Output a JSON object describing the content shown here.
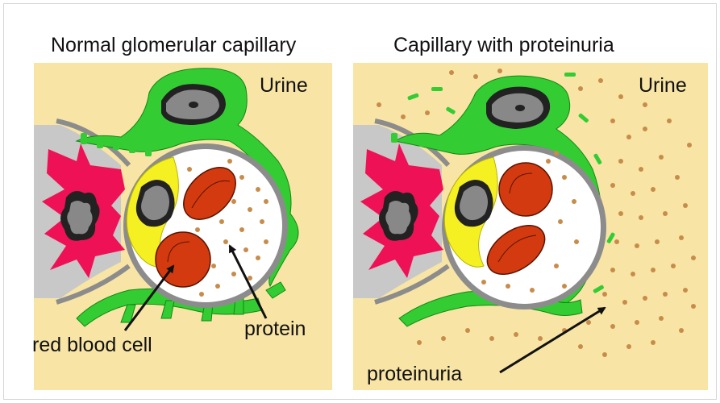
{
  "panels": {
    "left": {
      "title": "Normal glomerular capillary",
      "urine": "Urine",
      "rbc_label": "red blood cell",
      "protein_label": "protein"
    },
    "right": {
      "title": "Capillary with proteinuria",
      "urine": "Urine",
      "proteinuria_label": "proteinuria"
    }
  },
  "colors": {
    "background": "#f8e5a6",
    "podocyte": "#33cc33",
    "mesangial_cell": "#ee1155",
    "endothelial_cell": "#f5f022",
    "basement_membrane": "#8c8c8c",
    "red_blood_cell": "#d33a10",
    "protein_dot": "#c88c4a",
    "nucleus": "#888888"
  },
  "icons": [
    "podocyte-shape",
    "mesangial-cell-shape",
    "nucleus-shape",
    "red-blood-cell-shape",
    "protein-dot",
    "arrow"
  ]
}
